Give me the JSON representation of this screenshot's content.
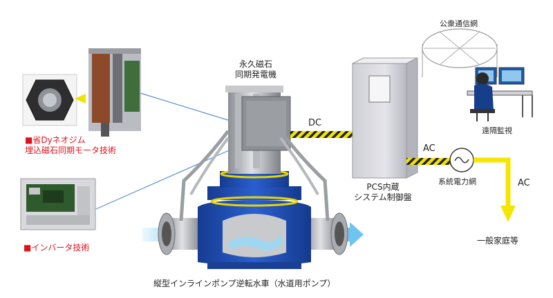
{
  "labels": {
    "generator": [
      "永久磁石",
      "同期発電機"
    ],
    "motor_tech": [
      "■省Dyネオジム",
      "埋込磁石同期モータ技術"
    ],
    "inverter_tech": "■インバータ技術",
    "dc": "DC",
    "ac_top": "AC",
    "ac_right": "AC",
    "pcs": [
      "PCS内蔵",
      "システム制御盤"
    ],
    "grid": "系統電力網",
    "network": "公衆通信網",
    "monitoring": "遠隔監視",
    "household": "一般家庭等",
    "caption": "縦型インラインポンプ逆転水車（水道用ポンプ）"
  },
  "colors": {
    "red_text": "#e0101c",
    "pump_blue": "#1f4fb8",
    "cable_yellow": "#f2e300",
    "arrow_yellow": "#f5e600",
    "flow_blue": "#7ec8ee",
    "cabinet": "#d9d9de",
    "leader_line": "#5b8fcf"
  },
  "icons": [
    "ac-source-icon",
    "globe-network-icon",
    "operator-icon",
    "flow-arrow-icon"
  ]
}
